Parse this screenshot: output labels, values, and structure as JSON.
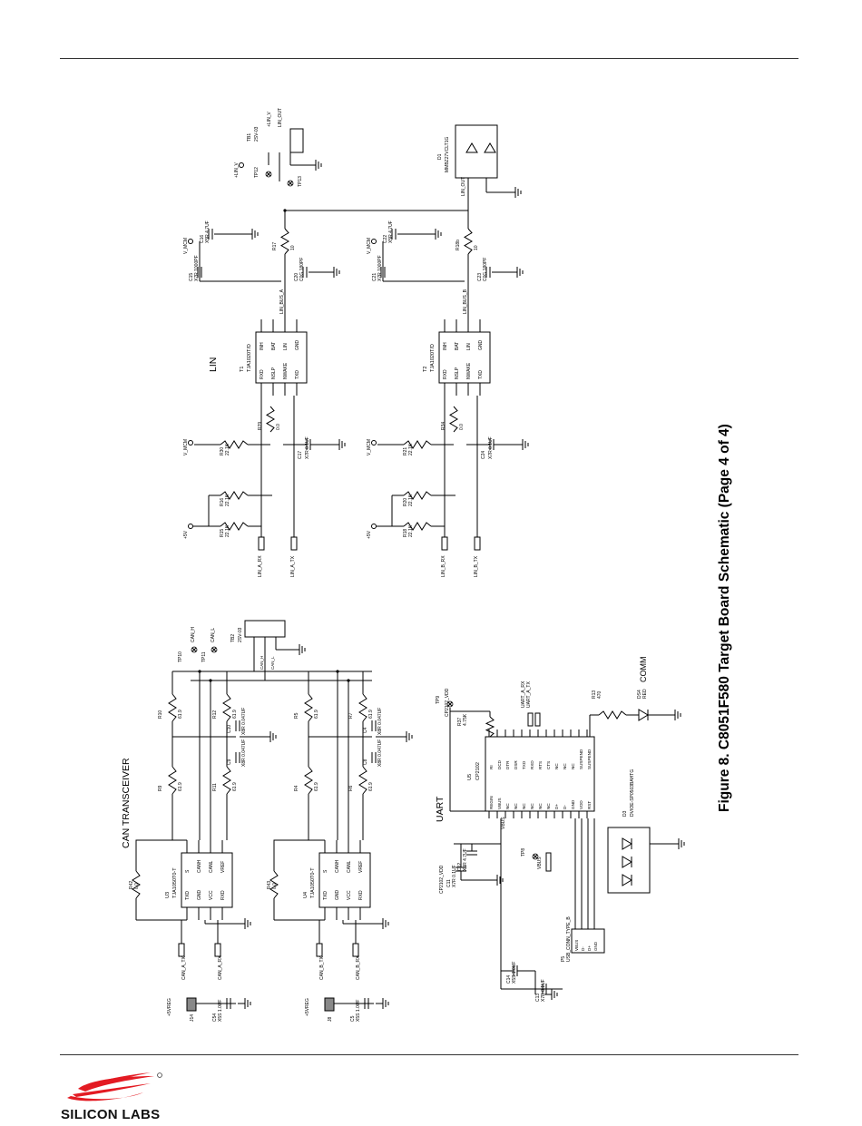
{
  "caption": "Figure 8. C8051F580 Target Board Schematic (Page 4 of 4)",
  "logo": {
    "text": "SILICON LABS",
    "color": "#e31b23"
  },
  "sections": {
    "can": "CAN TRANSCEIVER",
    "uart": "UART",
    "lin": "LIN",
    "comm": "COMM"
  },
  "can": {
    "u3": {
      "ref": "U3",
      "part": "TJA1050T0-T",
      "pins_left": [
        "TXD",
        "GND",
        "VCC",
        "RXD"
      ],
      "pins_right": [
        "S",
        "CANH",
        "CANL",
        "VREF"
      ]
    },
    "u4": {
      "ref": "U4",
      "part": "TJA1050T0-T",
      "pins_left": [
        "TXD",
        "GND",
        "VCC",
        "RXD"
      ],
      "pins_right": [
        "S",
        "CANH",
        "CANL",
        "VREF"
      ]
    },
    "nets": [
      "CAN_A_TX",
      "CAN_A_RX",
      "CAN_B_TX",
      "CAN_B_RX",
      "+5VREG",
      "CAN_H",
      "CAN_L",
      "GND"
    ],
    "resistors": [
      {
        "ref": "R42",
        "value": "0.0"
      },
      {
        "ref": "R43",
        "value": "0.0"
      },
      {
        "ref": "R10",
        "value": "61.9"
      },
      {
        "ref": "R9",
        "value": "61.9"
      },
      {
        "ref": "R12",
        "value": "61.9"
      },
      {
        "ref": "R11",
        "value": "61.9"
      },
      {
        "ref": "R5",
        "value": "61.9"
      },
      {
        "ref": "R4",
        "value": "61.9"
      },
      {
        "ref": "R7",
        "value": "61.9"
      },
      {
        "ref": "R6",
        "value": "61.9"
      }
    ],
    "caps": [
      {
        "ref": "C54",
        "value": "X5S 1.0UF"
      },
      {
        "ref": "C5",
        "value": "X5S 1.0UF"
      },
      {
        "ref": "C10",
        "value": "X8R 0.047UF"
      },
      {
        "ref": "C9",
        "value": "X8R 0.047UF"
      },
      {
        "ref": "C4",
        "value": "X8R 0.047UF"
      },
      {
        "ref": "C8",
        "value": "X8R 0.047UF"
      }
    ],
    "jumpers": [
      "J14",
      "J8"
    ],
    "tb": {
      "ref": "TB2",
      "part": "2SV-03"
    },
    "tps": [
      "TP10",
      "TP11"
    ]
  },
  "uart": {
    "u5": {
      "ref": "U5",
      "part": "CP2102",
      "pins_left": [
        "REGIN",
        "VBUS",
        "NC",
        "NC",
        "NC",
        "NC",
        "NC",
        "NC",
        "D+",
        "D-",
        "GND",
        "VDD",
        "RST"
      ],
      "pins_right": [
        "RI",
        "DCD",
        "DTR",
        "DSR",
        "TXD",
        "RXD",
        "RTS",
        "CTS",
        "NC",
        "NC",
        "NC",
        "SUSPEND",
        "SUSPEND"
      ]
    },
    "p5": {
      "ref": "P5",
      "part": "USB_CONN_TYPE_B"
    },
    "d3": {
      "ref": "D3",
      "part": "DVIOE-SP0503BAHTG"
    },
    "ds4": {
      "ref": "DS4",
      "value": "RED"
    },
    "r13": {
      "ref": "R13",
      "value": "470"
    },
    "r37": {
      "ref": "R37",
      "value": "4.75K"
    },
    "caps": [
      {
        "ref": "C11",
        "value": "X7R 0.1UF"
      },
      {
        "ref": "C12",
        "value": "X5R 4.7UF"
      },
      {
        "ref": "C13",
        "value": "X7R 0.1UF"
      },
      {
        "ref": "C14",
        "value": "X5S 1.0UF"
      }
    ],
    "nets": [
      "CP2102_VDD",
      "UART_A_RX",
      "UART_A_TX",
      "VBUS",
      "GND"
    ],
    "tps": [
      "TP9",
      "TP8"
    ]
  },
  "lin": {
    "t1": {
      "ref": "T1",
      "part": "TJA1020T/D",
      "pins_left": [
        "RXD",
        "NSLP",
        "NWAKE",
        "TXD"
      ],
      "pins_right": [
        "INH",
        "BAT",
        "LIN",
        "GND"
      ]
    },
    "t2": {
      "ref": "T2",
      "part": "TJA1020T/D",
      "pins_left": [
        "RXD",
        "NSLP",
        "NWAKE",
        "TXD"
      ],
      "pins_right": [
        "INH",
        "BAT",
        "LIN",
        "GND"
      ]
    },
    "nets": [
      "LIN_A_RX",
      "LIN_A_TX",
      "LIN_B_RX",
      "LIN_B_TX",
      "LIN_BUS_A",
      "LIN_BUS_B",
      "V_MCM",
      "+5V",
      "+LIN_V",
      "LIN_OUT"
    ],
    "resistors": [
      {
        "ref": "R15",
        "value": "22.1K"
      },
      {
        "ref": "R16",
        "value": "22.1K"
      },
      {
        "ref": "R30",
        "value": "22.1K"
      },
      {
        "ref": "R29",
        "value": "0.0"
      },
      {
        "ref": "R17",
        "value": "10"
      },
      {
        "ref": "R18",
        "value": "22.1K"
      },
      {
        "ref": "R20",
        "value": "22.1K"
      },
      {
        "ref": "R21",
        "value": "22.1K"
      },
      {
        "ref": "R34",
        "value": "0.0"
      },
      {
        "ref": "R18b",
        "value": "10"
      }
    ],
    "caps": [
      {
        "ref": "C17",
        "value": "X7R 0.1UF"
      },
      {
        "ref": "C24",
        "value": "X7R 0.1UF"
      },
      {
        "ref": "C15",
        "value": "X7R 1000PF"
      },
      {
        "ref": "C16",
        "value": "X5R 4.7UF"
      },
      {
        "ref": "C20",
        "value": "C0G 180PF"
      },
      {
        "ref": "C21",
        "value": "X7R 1000PF"
      },
      {
        "ref": "C22",
        "value": "X5R 4.7UF"
      },
      {
        "ref": "C23",
        "value": "C0G 180PF"
      }
    ],
    "tb": {
      "ref": "TB1",
      "part": "2SV-03"
    },
    "d1": {
      "ref": "D1",
      "part": "MMBZ27VCLT1G"
    },
    "tps": [
      "TP12",
      "TP13"
    ]
  }
}
